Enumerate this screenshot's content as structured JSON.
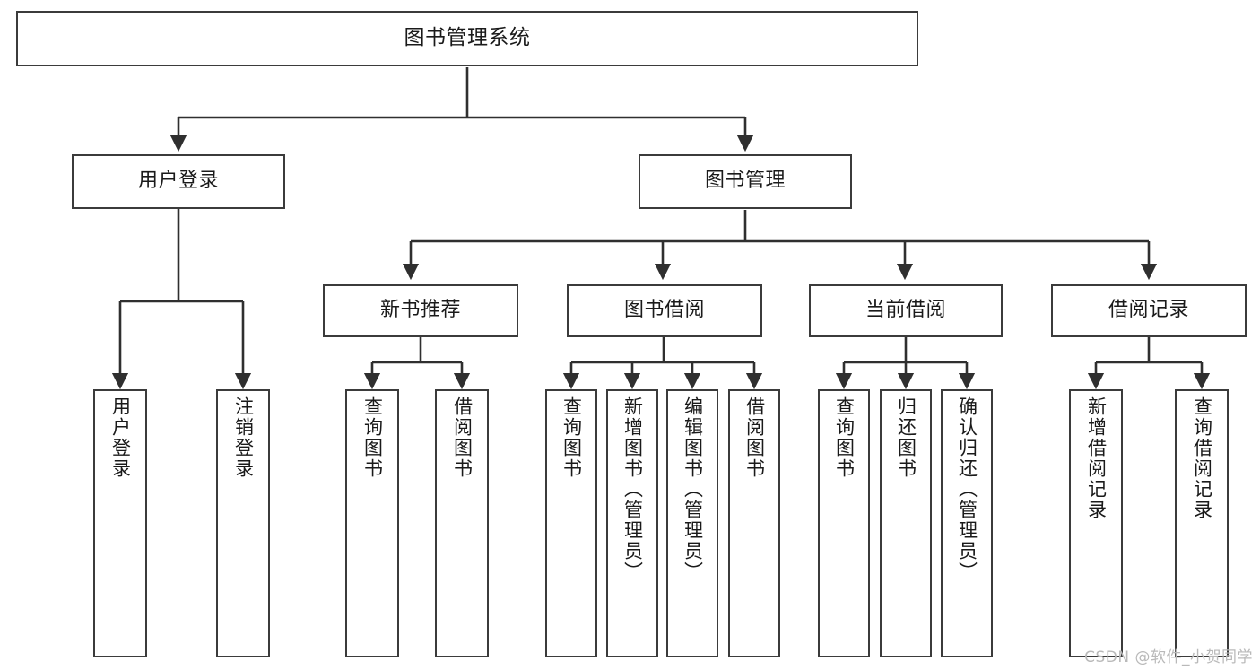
{
  "diagram": {
    "title_text": "图书管理系统",
    "type": "tree-hierarchy-diagram",
    "colors": {
      "background": "#ffffff",
      "box_border": "#3b3b3b",
      "box_fill": "#ffffff",
      "edge": "#2f2f2f",
      "text": "#1a1a1a",
      "watermark": "#b9b9b9"
    },
    "watermark": "CSDN @软件_小贺同学",
    "nodes": {
      "root": {
        "label": "图书管理系统"
      },
      "level2": [
        {
          "id": "user-login",
          "label": "用户登录"
        },
        {
          "id": "book-management",
          "label": "图书管理"
        }
      ],
      "level3": [
        {
          "id": "new-book-recommend",
          "label": "新书推荐"
        },
        {
          "id": "book-borrow",
          "label": "图书借阅"
        },
        {
          "id": "current-borrow",
          "label": "当前借阅"
        },
        {
          "id": "borrow-record",
          "label": "借阅记录"
        }
      ],
      "leaves": {
        "user_login": [
          {
            "id": "leaf-user-login",
            "label": "用户登录"
          },
          {
            "id": "leaf-logout-login",
            "label": "注销登录"
          }
        ],
        "new_book_recommend": [
          {
            "id": "leaf-query-book-1",
            "label": "查询图书"
          },
          {
            "id": "leaf-borrow-book-1",
            "label": "借阅图书"
          }
        ],
        "book_borrow": [
          {
            "id": "leaf-query-book-2",
            "label": "查询图书"
          },
          {
            "id": "leaf-add-book",
            "label": "新增图书（管理员）"
          },
          {
            "id": "leaf-edit-book",
            "label": "编辑图书（管理员）"
          },
          {
            "id": "leaf-borrow-book-2",
            "label": "借阅图书"
          }
        ],
        "current_borrow": [
          {
            "id": "leaf-query-book-3",
            "label": "查询图书"
          },
          {
            "id": "leaf-return-book",
            "label": "归还图书"
          },
          {
            "id": "leaf-confirm-return",
            "label": "确认归还（管理员）"
          }
        ],
        "borrow_record": [
          {
            "id": "leaf-add-borrow-record",
            "label": "新增借阅记录"
          },
          {
            "id": "leaf-query-borrow-record",
            "label": "查询借阅记录"
          }
        ]
      }
    }
  }
}
